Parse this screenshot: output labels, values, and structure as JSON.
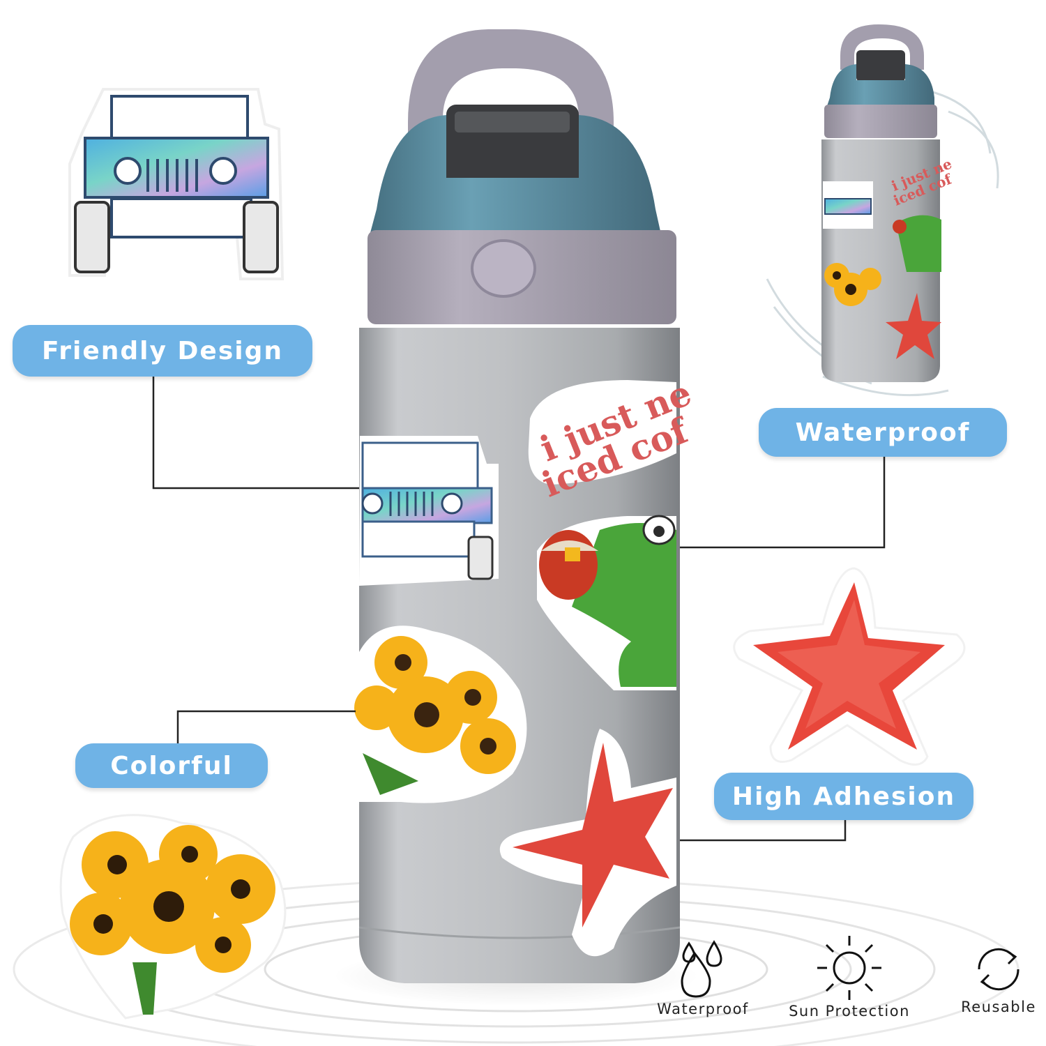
{
  "features": {
    "friendly_design": "Friendly Design",
    "waterproof": "Waterproof",
    "colorful": "Colorful",
    "high_adhesion": "High Adhesion"
  },
  "bottle_sticker_text": {
    "line1": "i just ne",
    "line2": "iced cof"
  },
  "small_bottle_sticker_text": {
    "line1": "i just ne",
    "line2": "iced cof"
  },
  "icons": {
    "waterproof": {
      "icon": "water-drops-icon",
      "label": "Waterproof"
    },
    "sun_protection": {
      "icon": "sun-icon",
      "label": "Sun Protection"
    },
    "reusable": {
      "icon": "recycle-arrows-icon",
      "label": "Reusable"
    }
  },
  "colors": {
    "pill_blue": "#6fb3e6",
    "bottle_steel": "#b9bcbf",
    "lid_teal": "#5e93a8",
    "lid_lavender": "#aaa4b3",
    "sticker_red": "#e0473c",
    "sunflower_yellow": "#f6b21a",
    "frog_green": "#4aa53a"
  }
}
